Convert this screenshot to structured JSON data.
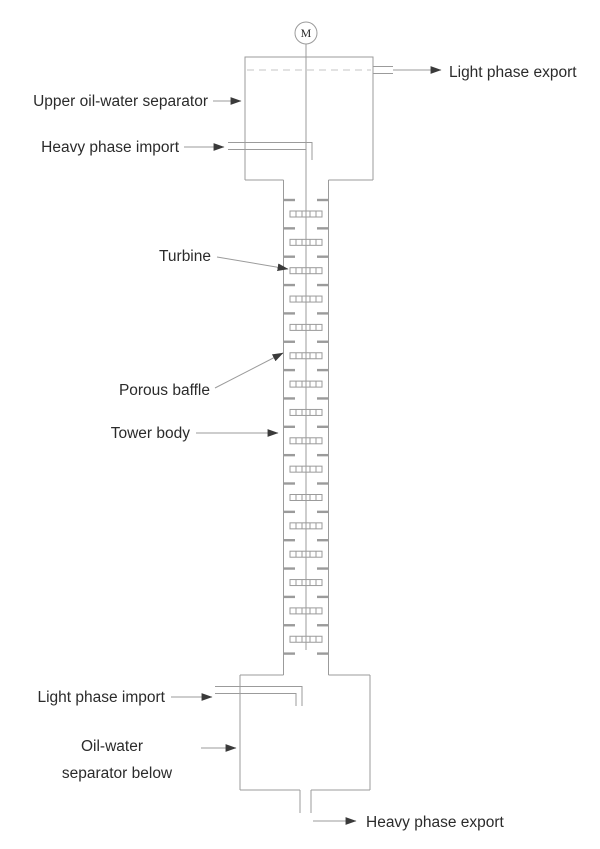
{
  "motor": {
    "label": "M"
  },
  "labels": {
    "light_phase_export": "Light phase export",
    "upper_separator": "Upper oil-water separator",
    "heavy_phase_import": "Heavy phase import",
    "turbine": "Turbine",
    "porous_baffle": "Porous baffle",
    "tower_body": "Tower body",
    "light_phase_import": "Light phase import",
    "lower_separator_line1": "Oil-water",
    "lower_separator_line2": "separator below",
    "heavy_phase_export": "Heavy phase export"
  },
  "tower": {
    "turbine_count": 16,
    "baffle_count": 17
  },
  "colors": {
    "line": "#9b9b9b",
    "text": "#2b2b2b",
    "dash": "#c6c6c6",
    "arrow": "#3a3a3a",
    "background": "#ffffff"
  }
}
